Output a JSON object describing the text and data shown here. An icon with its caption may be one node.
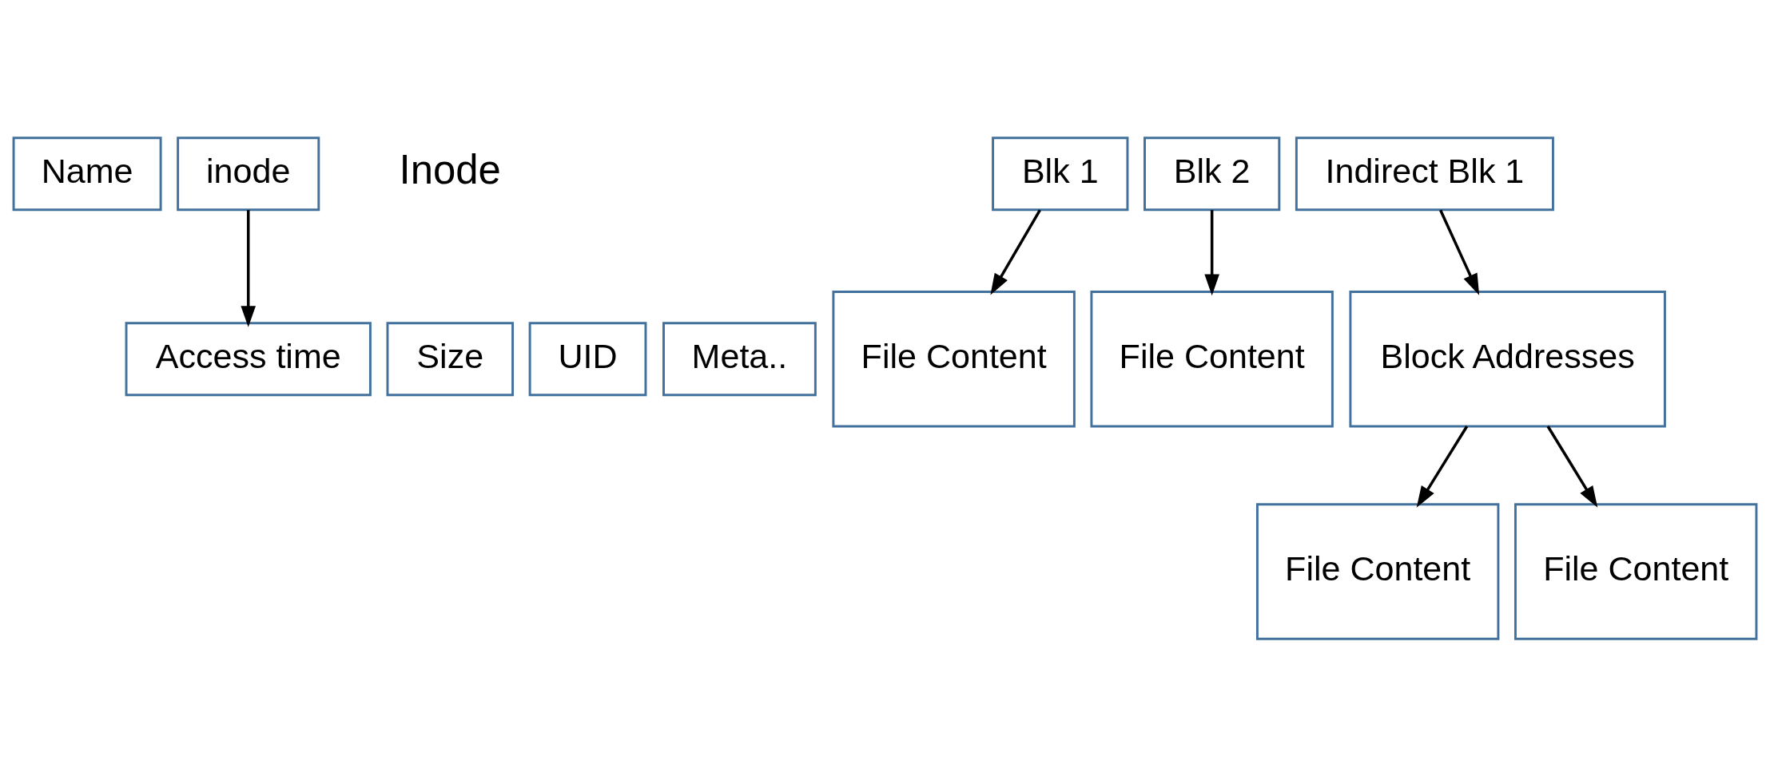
{
  "diagram": {
    "nodes": [
      {
        "text": [
          "Name"
        ]
      },
      {
        "text": [
          "inode"
        ]
      },
      {
        "text": [
          "Access time"
        ]
      },
      {
        "text": [
          "Size"
        ]
      },
      {
        "text": [
          "UID"
        ]
      },
      {
        "text": [
          "Meta.."
        ]
      },
      {
        "text": [
          "Blk 1"
        ]
      },
      {
        "text": [
          "Blk 2"
        ]
      },
      {
        "text": [
          "Indirect Blk 1"
        ]
      },
      {
        "text": [
          "File Content"
        ]
      },
      {
        "text": [
          "File Content"
        ]
      },
      {
        "text": [
          "Block Addresses"
        ]
      },
      {
        "text": [
          "File Content"
        ]
      },
      {
        "text": [
          "File Content"
        ]
      }
    ],
    "edges": [
      {
        "from": 1,
        "to": 2,
        "arrow": "to"
      },
      {
        "from": 6,
        "to": 9,
        "arrow": "to"
      },
      {
        "from": 7,
        "to": 10,
        "arrow": "to"
      },
      {
        "from": 8,
        "to": 11,
        "arrow": "to"
      },
      {
        "from": 11,
        "to": 12,
        "arrow": "to"
      },
      {
        "from": 11,
        "to": 13,
        "arrow": "to"
      }
    ],
    "labels": [
      "Inode"
    ]
  }
}
